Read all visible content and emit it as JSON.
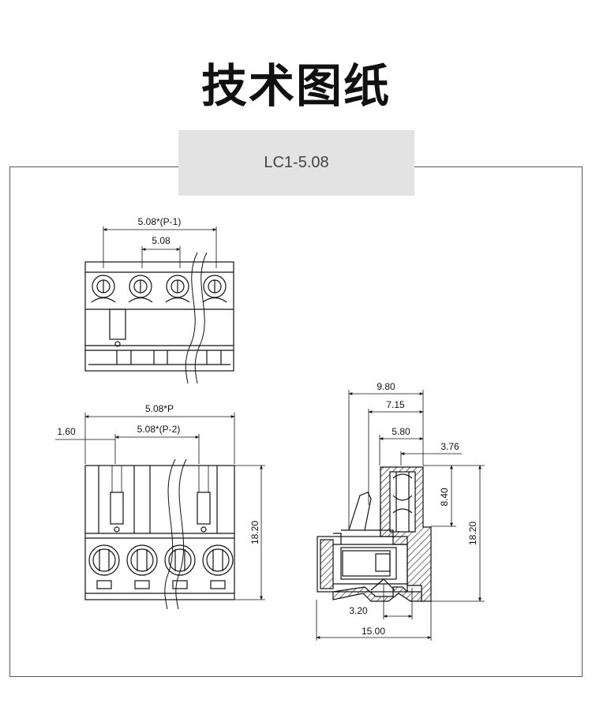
{
  "page": {
    "title": "技术图纸"
  },
  "model": {
    "label": "LC1-5.08"
  },
  "dimensions": {
    "top_pitch_total": "5.08*(P-1)",
    "top_pitch": "5.08",
    "front_total": "5.08*P",
    "front_offset": "1.60",
    "front_pitch": "5.08*(P-2)",
    "front_height": "18.20",
    "side_w1": "9.80",
    "side_w2": "7.15",
    "side_w3": "5.80",
    "side_w4": "3.76",
    "side_h1": "8.40",
    "side_h2": "18.20",
    "side_bottom1": "3.20",
    "side_bottom2": "15.00"
  },
  "colors": {
    "line": "#111111",
    "tab_bg": "#e3e3e3",
    "frame": "#555555"
  }
}
